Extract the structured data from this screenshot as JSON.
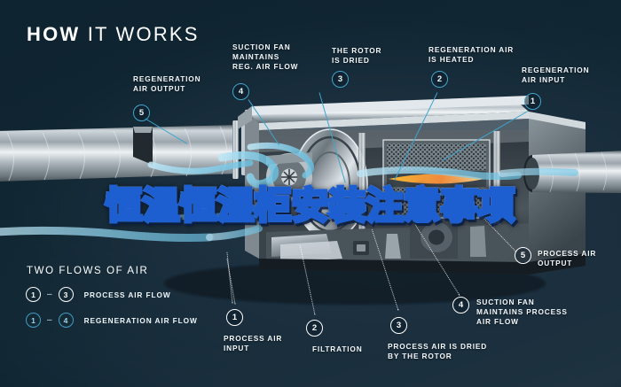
{
  "header": {
    "title_bold": "HOW",
    "title_light": "IT WORKS"
  },
  "banner": {
    "text": "恒温恒湿柜安装注意事项"
  },
  "colors": {
    "background": "#0e2430",
    "regeneration_accent": "#41a6cc",
    "process_accent": "#ffffff",
    "airflow_blue": "#8fd3ec",
    "banner_stroke": "#1d5fd0"
  },
  "callouts": [
    {
      "num": "5",
      "label": "REGENERATION\nAIR OUTPUT",
      "flow": "regeneration"
    },
    {
      "num": "4",
      "label": "SUCTION FAN\nMAINTAINS\nREG. AIR FLOW",
      "flow": "regeneration"
    },
    {
      "num": "3",
      "label": "THE ROTOR\nIS DRIED",
      "flow": "regeneration"
    },
    {
      "num": "2",
      "label": "REGENERATION AIR\nIS HEATED",
      "flow": "regeneration"
    },
    {
      "num": "1",
      "label": "REGENERATION\nAIR INPUT",
      "flow": "regeneration"
    },
    {
      "num": "1",
      "label": "PROCESS AIR\nINPUT",
      "flow": "process"
    },
    {
      "num": "2",
      "label": "FILTRATION",
      "flow": "process"
    },
    {
      "num": "3",
      "label": "PROCESS AIR IS DRIED\nBY THE ROTOR",
      "flow": "process"
    },
    {
      "num": "4",
      "label": "SUCTION FAN\nMAINTAINS PROCESS\nAIR FLOW",
      "flow": "process"
    },
    {
      "num": "5",
      "label": "PROCESS AIR\nOUTPUT",
      "flow": "process"
    }
  ],
  "legend": {
    "title": "TWO FLOWS OF AIR",
    "rows": [
      {
        "from": "1",
        "dash": "–",
        "to": "3",
        "label": "PROCESS AIR FLOW",
        "flow": "process"
      },
      {
        "from": "1",
        "dash": "–",
        "to": "4",
        "label": "REGENERATION AIR FLOW",
        "flow": "regeneration"
      }
    ]
  }
}
